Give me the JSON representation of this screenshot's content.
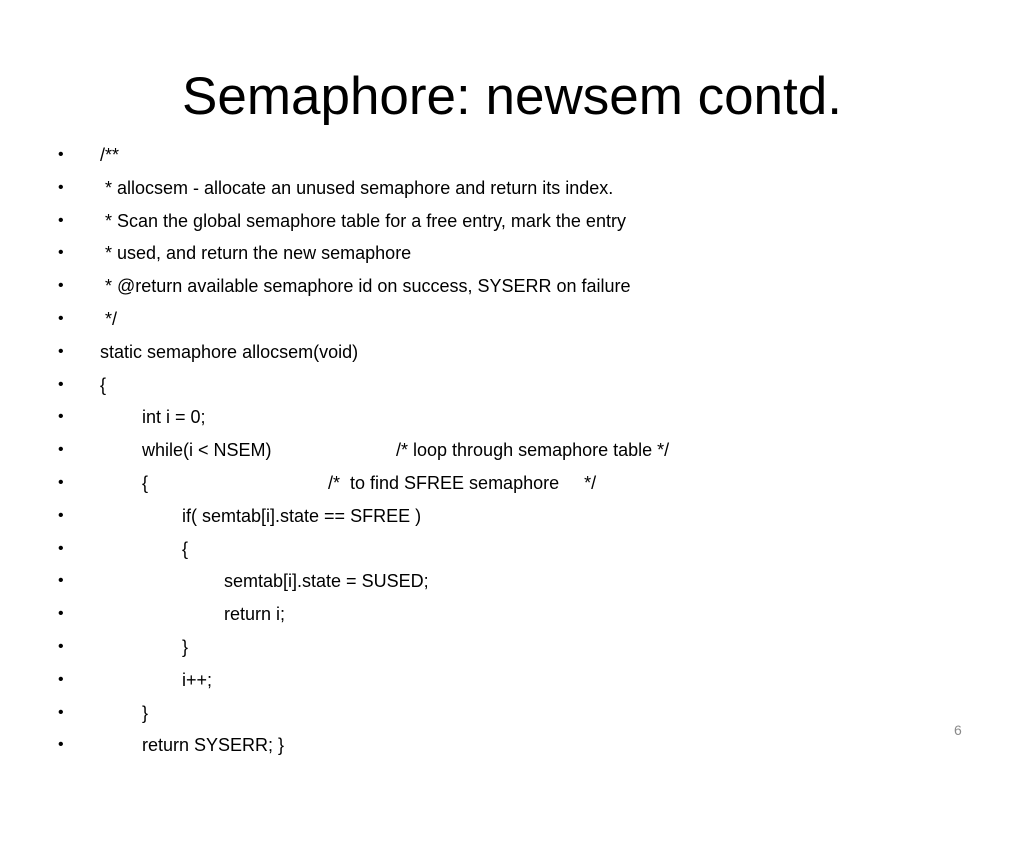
{
  "slide": {
    "title": "Semaphore: newsem contd.",
    "page_number": "6",
    "bullet_symbol": "•",
    "lines": [
      {
        "text": "/**"
      },
      {
        "text": " * allocsem - allocate an unused semaphore and return its index."
      },
      {
        "text": " * Scan the global semaphore table for a free entry, mark the entry"
      },
      {
        "text": " * used, and return the new semaphore"
      },
      {
        "text": " * @return available semaphore id on success, SYSERR on failure"
      },
      {
        "text": " */"
      },
      {
        "text": "static semaphore allocsem(void)"
      },
      {
        "text": "{"
      },
      {
        "text": "int i = 0;"
      },
      {
        "text": "while(i < NSEM)",
        "comment": "/* loop through semaphore table */"
      },
      {
        "text": "{",
        "comment": "/*  to find SFREE semaphore     */"
      },
      {
        "text": "if( semtab[i].state == SFREE )"
      },
      {
        "text": "{"
      },
      {
        "text": "semtab[i].state = SUSED;"
      },
      {
        "text": "return i;"
      },
      {
        "text": "}"
      },
      {
        "text": "i++;"
      },
      {
        "text": "}"
      },
      {
        "text": "return SYSERR; }"
      }
    ]
  }
}
